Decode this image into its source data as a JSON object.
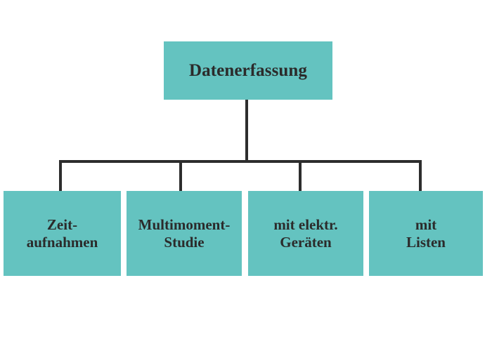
{
  "diagram": {
    "type": "tree-hierarchy",
    "orientation": "top-down",
    "background_color": "#ffffff",
    "node_fill_color": "#64c3c0",
    "node_text_color": "#2b2b2b",
    "connector_color": "#2d2d2d",
    "root": {
      "label": "Datenerfassung"
    },
    "children": [
      {
        "label": "Zeit-\naufnahmen"
      },
      {
        "label": "Multimoment-\nStudie"
      },
      {
        "label": "mit elektr.\nGeräten"
      },
      {
        "label": "mit\nListen"
      }
    ]
  }
}
